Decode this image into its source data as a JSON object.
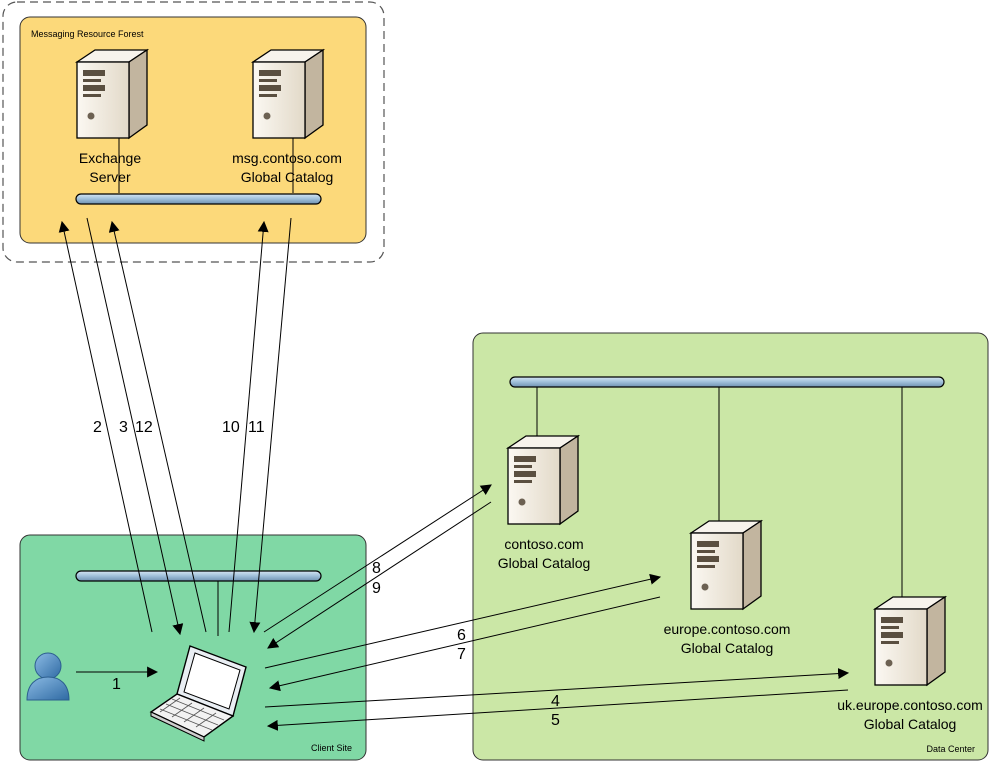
{
  "regions": {
    "resource_forest": "Messaging Resource Forest",
    "client_site": "Client Site",
    "data_center": "Data Center"
  },
  "servers": {
    "exchange": [
      "Exchange",
      "Server"
    ],
    "msg_gc": [
      "msg.contoso.com",
      "Global Catalog"
    ],
    "contoso_gc": [
      "contoso.com",
      "Global Catalog"
    ],
    "europe_gc": [
      "europe.contoso.com",
      "Global Catalog"
    ],
    "uk_gc": [
      "uk.europe.contoso.com",
      "Global Catalog"
    ]
  },
  "steps": {
    "s1": "1",
    "s2": "2",
    "s3": "3",
    "s4": "4",
    "s5": "5",
    "s6": "6",
    "s7": "7",
    "s8": "8",
    "s9": "9",
    "s10": "10",
    "s11": "11",
    "s12": "12"
  },
  "colors": {
    "forest_fill": "#fcd97a",
    "client_fill": "#80d8a5",
    "datacenter_fill": "#cbe7a6",
    "bus_fill": "#a9c7df",
    "server_light": "#f2ece2",
    "server_dark": "#c7bca8",
    "user_blue": "#4a8ac4"
  },
  "icons": {
    "server": "server-icon",
    "laptop": "laptop-icon",
    "user": "user-icon",
    "bus": "network-bus"
  }
}
